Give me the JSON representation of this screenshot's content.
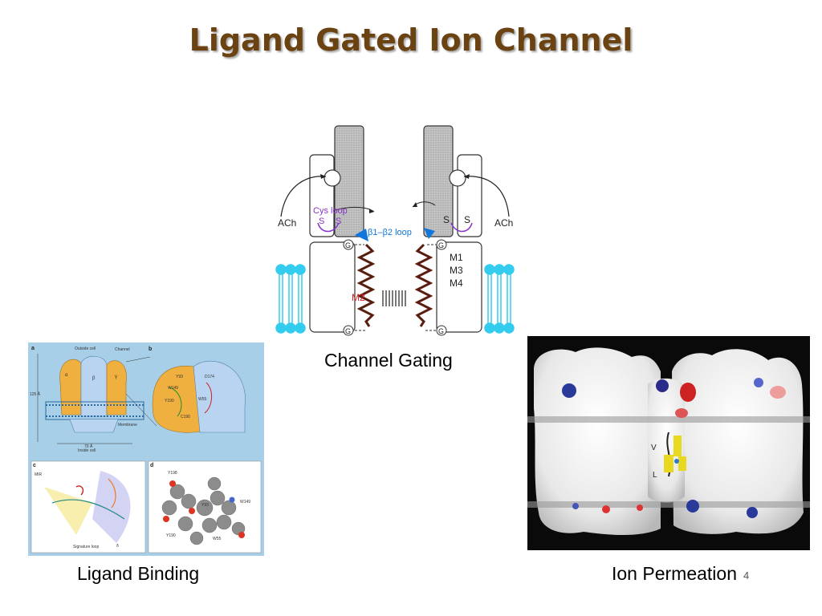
{
  "slide": {
    "title": "Ligand Gated Ion Channel",
    "page_number": "4",
    "colors": {
      "title": "#6b4212",
      "membrane_lipid": "#33ccee",
      "helix": "#5a1e10",
      "cys_loop": "#8833cc",
      "beta_loop": "#1177dd",
      "m2_label": "#dd2222"
    }
  },
  "figures": {
    "channel_gating": {
      "caption": "Channel Gating",
      "labels": {
        "ach": "ACh",
        "cys_loop": "Cys loop",
        "s": "S",
        "beta_loop": "β1–β2 loop",
        "g": "G",
        "m1": "M1",
        "m3": "M3",
        "m4": "M4",
        "m2": "M2"
      }
    },
    "ligand_binding": {
      "caption": "Ligand Binding",
      "panels": {
        "a": "a",
        "b": "b",
        "c": "c",
        "d": "d",
        "outside_cell": "Outside cell",
        "channel": "Channel",
        "inside_cell": "Inside cell",
        "membrane": "Membrane",
        "height": "125 Å",
        "width": "70 Å",
        "alpha": "α",
        "beta": "β",
        "gamma": "γ",
        "delta": "δ",
        "y93": "Y93",
        "w149": "W149",
        "y190": "Y190",
        "y198": "Y198",
        "w55": "W55",
        "d174": "D174",
        "c190": "C190",
        "mir": "MIR",
        "signature_loop": "Signature loop"
      }
    },
    "ion_permeation": {
      "caption": "Ion Permeation",
      "labels": {
        "v": "V",
        "l": "L"
      }
    }
  }
}
